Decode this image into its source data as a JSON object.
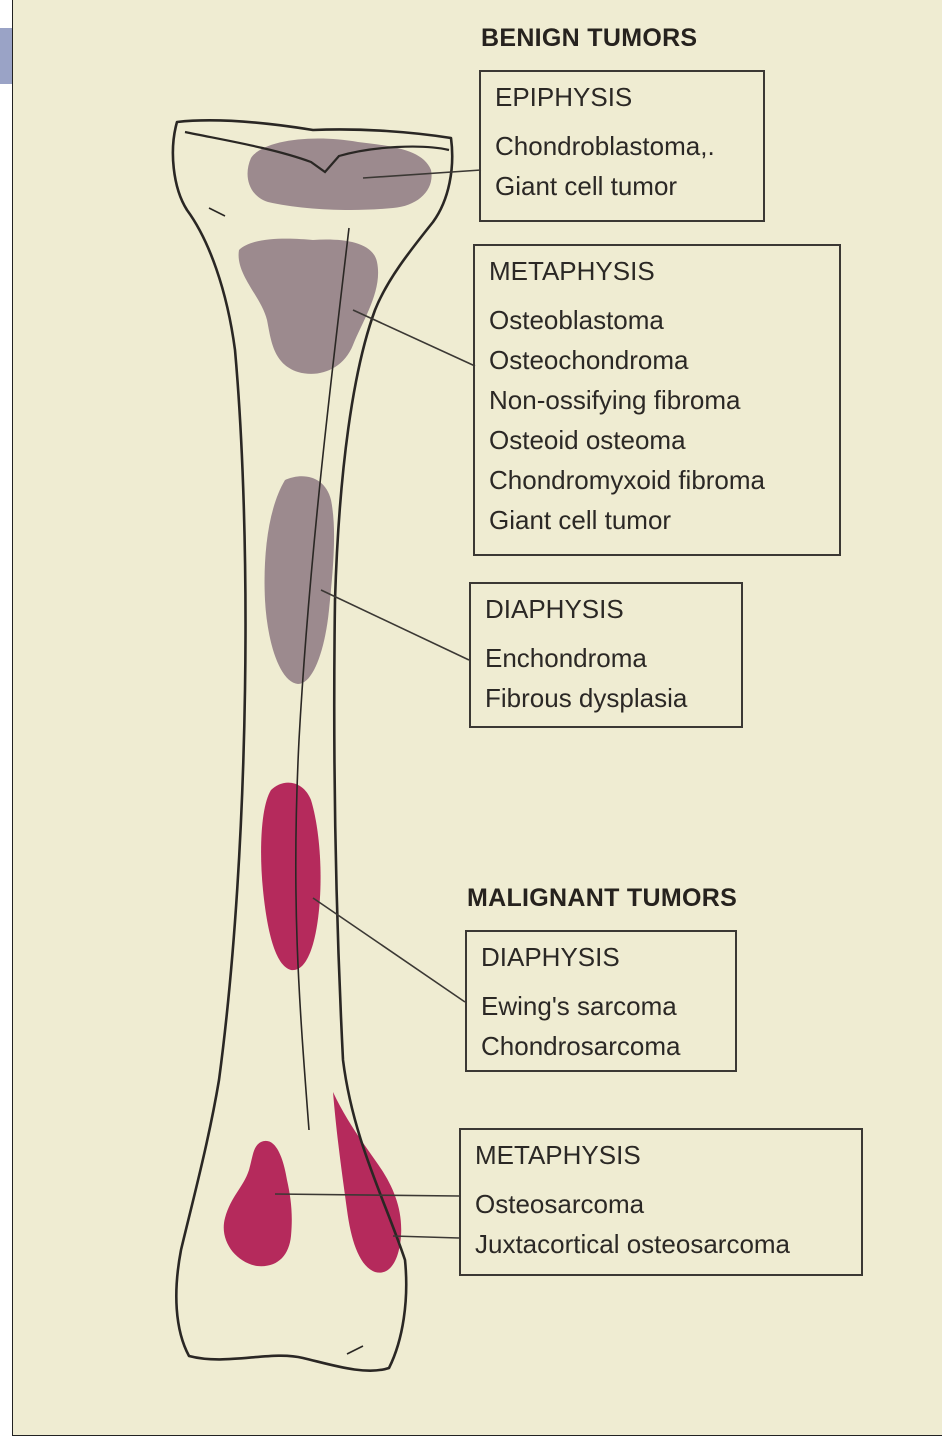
{
  "colors": {
    "background": "#efecd2",
    "benign_lesion": "#9c8a8e",
    "malignant_lesion": "#b52a5c",
    "outline": "#2a2724"
  },
  "benign": {
    "heading": "BENIGN TUMORS",
    "epiphysis": {
      "title": "EPIPHYSIS",
      "items": [
        "Chondroblastoma,.",
        "Giant cell tumor"
      ]
    },
    "metaphysis": {
      "title": "METAPHYSIS",
      "items": [
        "Osteoblastoma",
        "Osteochondroma",
        "Non-ossifying fibroma",
        "Osteoid osteoma",
        "Chondromyxoid fibroma",
        "Giant cell tumor"
      ]
    },
    "diaphysis": {
      "title": "DIAPHYSIS",
      "items": [
        "Enchondroma",
        "Fibrous dysplasia"
      ]
    }
  },
  "malignant": {
    "heading": "MALIGNANT TUMORS",
    "diaphysis": {
      "title": "DIAPHYSIS",
      "items": [
        "Ewing's sarcoma",
        "Chondrosarcoma"
      ]
    },
    "metaphysis": {
      "title": "METAPHYSIS",
      "items": [
        "Osteosarcoma",
        "Juxtacortical osteosarcoma"
      ]
    }
  }
}
